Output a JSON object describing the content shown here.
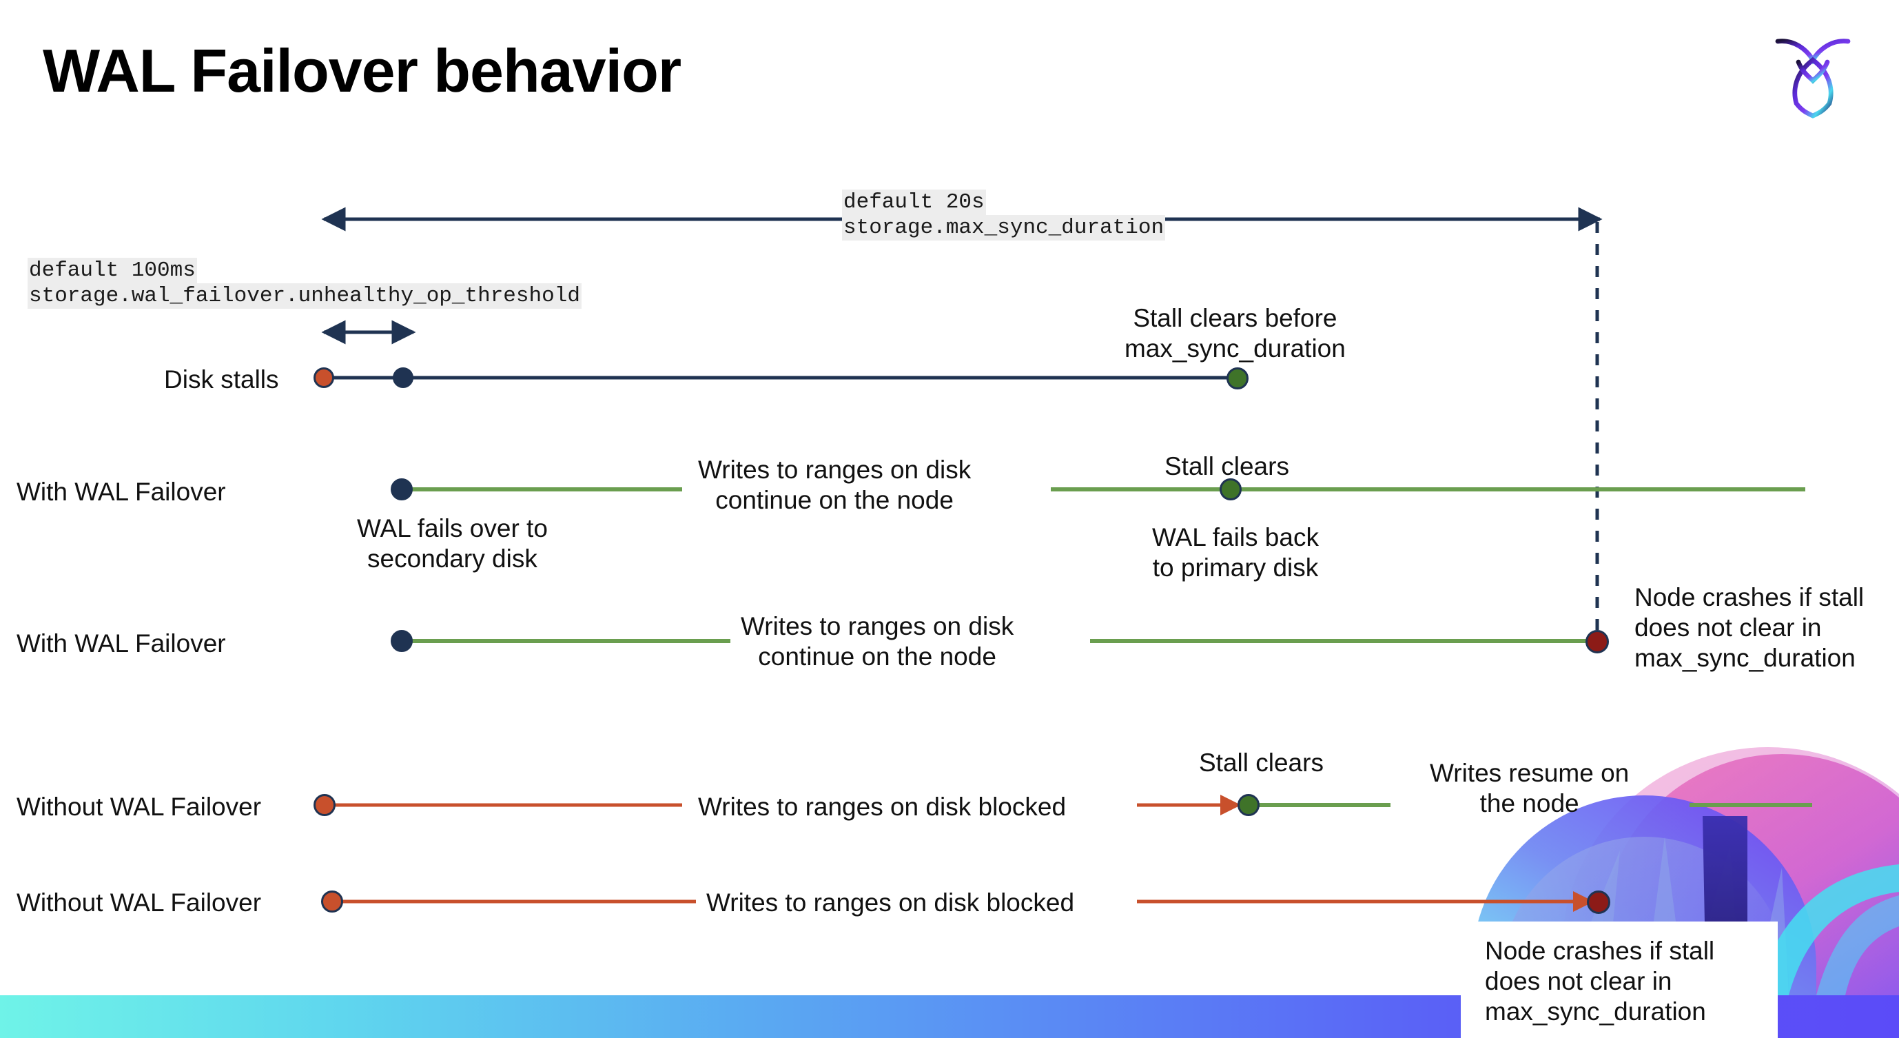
{
  "slide": {
    "title": "WAL Failover behavior",
    "logo_name": "cockroachdb-logo"
  },
  "annotations": {
    "max_sync": {
      "default": "default 20s",
      "setting": "storage.max_sync_duration"
    },
    "unhealthy_op": {
      "default": "default 100ms",
      "setting": "storage.wal_failover.unhealthy_op_threshold"
    }
  },
  "rows": [
    {
      "id": "disk-stalls",
      "label": "Disk stalls",
      "notes": [
        {
          "id": "stall-clears-before",
          "text_1": "Stall clears before",
          "text_2": "max_sync_duration"
        }
      ]
    },
    {
      "id": "with-wal-failover-1",
      "label": "With WAL Failover",
      "notes": [
        {
          "id": "wal-fails-over",
          "text_1": "WAL fails over to",
          "text_2": "secondary disk"
        },
        {
          "id": "writes-continue-1",
          "text_1": "Writes to ranges on disk",
          "text_2": "continue on the node"
        },
        {
          "id": "stall-clears-1",
          "text_1": "Stall clears",
          "text_2": ""
        },
        {
          "id": "wal-fails-back",
          "text_1": "WAL fails  back",
          "text_2": "to primary disk"
        }
      ]
    },
    {
      "id": "with-wal-failover-2",
      "label": "With WAL Failover",
      "notes": [
        {
          "id": "writes-continue-2",
          "text_1": "Writes to ranges on disk",
          "text_2": "continue on the node"
        },
        {
          "id": "node-crashes-1",
          "text_1": "Node crashes if stall",
          "text_2": "does not clear in",
          "text_3": "max_sync_duration"
        }
      ]
    },
    {
      "id": "without-wal-failover-1",
      "label": "Without WAL Failover",
      "notes": [
        {
          "id": "writes-blocked-1",
          "text_1": "Writes to ranges on disk  blocked",
          "text_2": ""
        },
        {
          "id": "stall-clears-2",
          "text_1": "Stall clears",
          "text_2": ""
        },
        {
          "id": "writes-resume",
          "text_1": "Writes resume on",
          "text_2": "the node"
        }
      ]
    },
    {
      "id": "without-wal-failover-2",
      "label": "Without WAL Failover",
      "notes": [
        {
          "id": "writes-blocked-2",
          "text_1": "Writes to ranges on disk  blocked",
          "text_2": ""
        },
        {
          "id": "node-crashes-2",
          "text_1": "Node crashes if stall",
          "text_2": "does not clear in",
          "text_3": "max_sync_duration"
        }
      ]
    }
  ],
  "colors": {
    "navy": "#1f3352",
    "orange": "#c8502c",
    "green": "#6a9e4f",
    "green_dot": "#3f7329",
    "dark_red": "#8c1b17",
    "code_bg": "#ededed"
  }
}
